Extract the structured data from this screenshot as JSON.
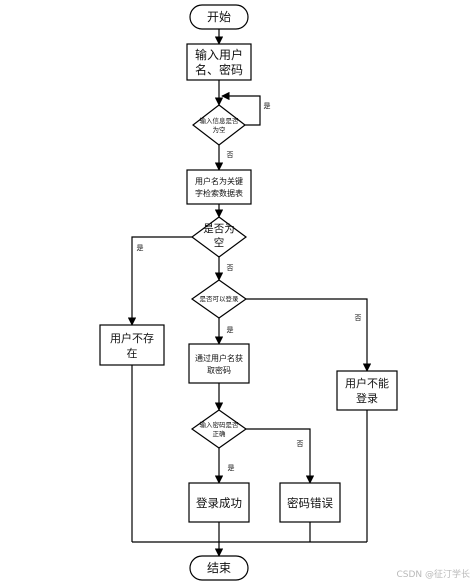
{
  "nodes": {
    "start": "开始",
    "input_line1": "输入用户",
    "input_line2": "名、密码",
    "check_empty_line1": "输入信息是否",
    "check_empty_line2": "为空",
    "search_line1": "用户名为关键",
    "search_line2": "字检索数据表",
    "exists_line1": "是否为",
    "exists_line2": "空",
    "not_exist_line1": "用户不存",
    "not_exist_line2": "在",
    "can_login": "是否可以登录",
    "fetch_pwd_line1": "通过用户名获",
    "fetch_pwd_line2": "取密码",
    "cannot_login_line1": "用户不能",
    "cannot_login_line2": "登录",
    "pwd_correct_line1": "输入密码是否",
    "pwd_correct_line2": "正确",
    "login_success": "登录成功",
    "pwd_error": "密码错误",
    "end": "结束"
  },
  "edge_labels": {
    "empty_yes": "是",
    "empty_no": "否",
    "exists_yes": "是",
    "exists_no": "否",
    "can_yes": "是",
    "can_no": "否",
    "pwd_yes": "是",
    "pwd_no": "否"
  },
  "watermark": "CSDN @征汀学长"
}
